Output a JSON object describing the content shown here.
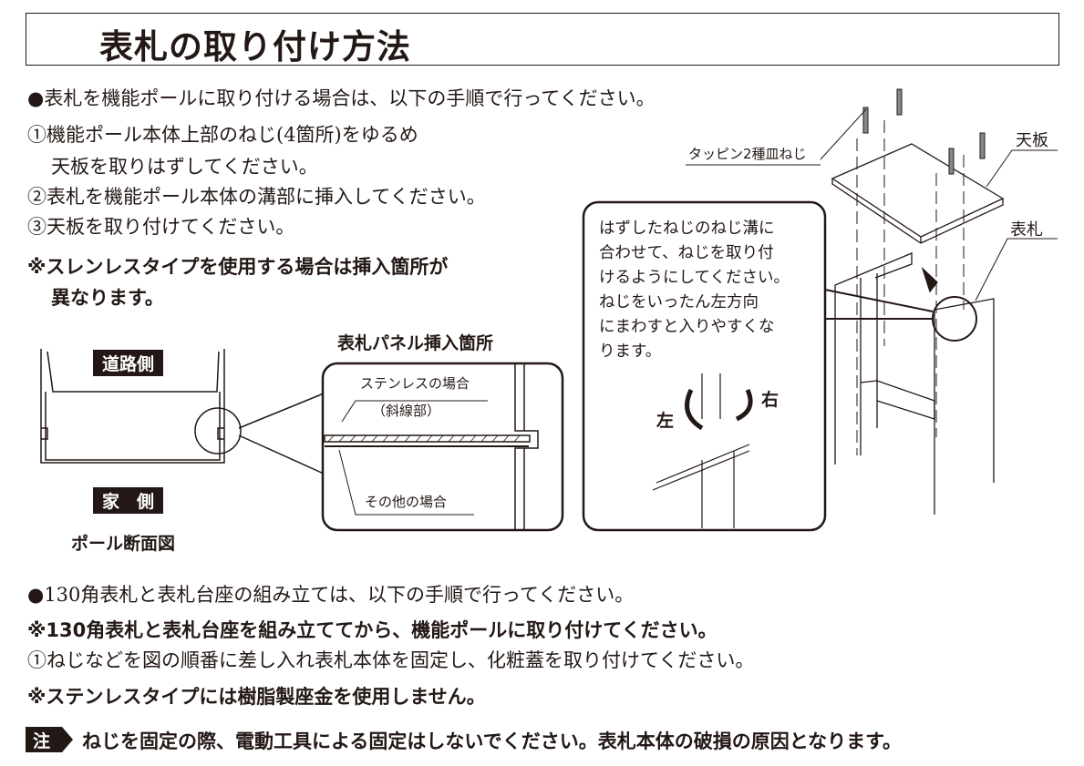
{
  "title": "表札の取り付け方法",
  "section1": {
    "intro": "●表札を機能ポールに取り付ける場合は、以下の手順で行ってください。",
    "step1_line1": "①機能ポール本体上部のねじ(4箇所)をゆるめ",
    "step1_line2": "天板を取りはずしてください。",
    "step2": "②表札を機能ポール本体の溝部に挿入してください。",
    "step3": "③天板を取り付けてください。",
    "note_line1": "※スレンレスタイプを使用する場合は挿入箇所が",
    "note_line2": "異なります。"
  },
  "cross_section": {
    "road_side": "道路側",
    "house_side": "家　側",
    "caption": "ポール断面図",
    "detail_title": "表札パネル挿入箇所",
    "stainless_label": "ステンレスの場合",
    "hatched_label": "（斜線部）",
    "other_label": "その他の場合"
  },
  "assembly": {
    "screw_label": "タッピン2種皿ねじ",
    "top_plate_label": "天板",
    "nameplate_label": "表札",
    "callout_lines": [
      "はずしたねじのねじ溝に",
      "合わせて、ねじを取り付",
      "けるようにしてください。",
      "ねじをいったん左方向",
      "にまわすと入りやすくな",
      "ります。"
    ],
    "left_label": "左",
    "right_label": "右"
  },
  "section2": {
    "intro": "●130角表札と表札台座の組み立ては、以下の手順で行ってください。",
    "note1": "※130角表札と表札台座を組み立ててから、機能ポールに取り付けてください。",
    "step1": "①ねじなどを図の順番に差し入れ表札本体を固定し、化粧蓋を取り付けてください。",
    "note2": "※ステンレスタイプには樹脂製座金を使用しません。"
  },
  "caution": {
    "badge": "注",
    "text": "ねじを固定の際、電動工具による固定はしないでください。表札本体の破損の原因となります。"
  }
}
